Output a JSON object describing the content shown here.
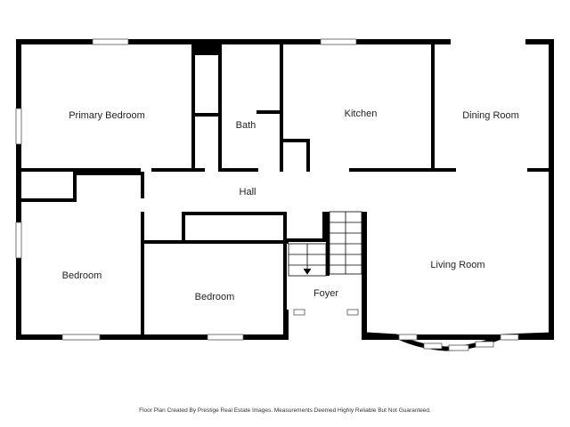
{
  "rooms": {
    "primary_bedroom": "Primary Bedroom",
    "bath": "Bath",
    "kitchen": "Kitchen",
    "dining_room": "Dining Room",
    "hall": "Hall",
    "bedroom_1": "Bedroom",
    "bedroom_2": "Bedroom",
    "living_room": "Living Room",
    "foyer": "Foyer"
  },
  "footer": "Floor Plan Created By Prestige Real Estate Images. Measurements Deemed Highly Reliable But Not Guaranteed.",
  "colors": {
    "wall": "#000000",
    "background": "#ffffff",
    "window": "#b8b8b8"
  }
}
